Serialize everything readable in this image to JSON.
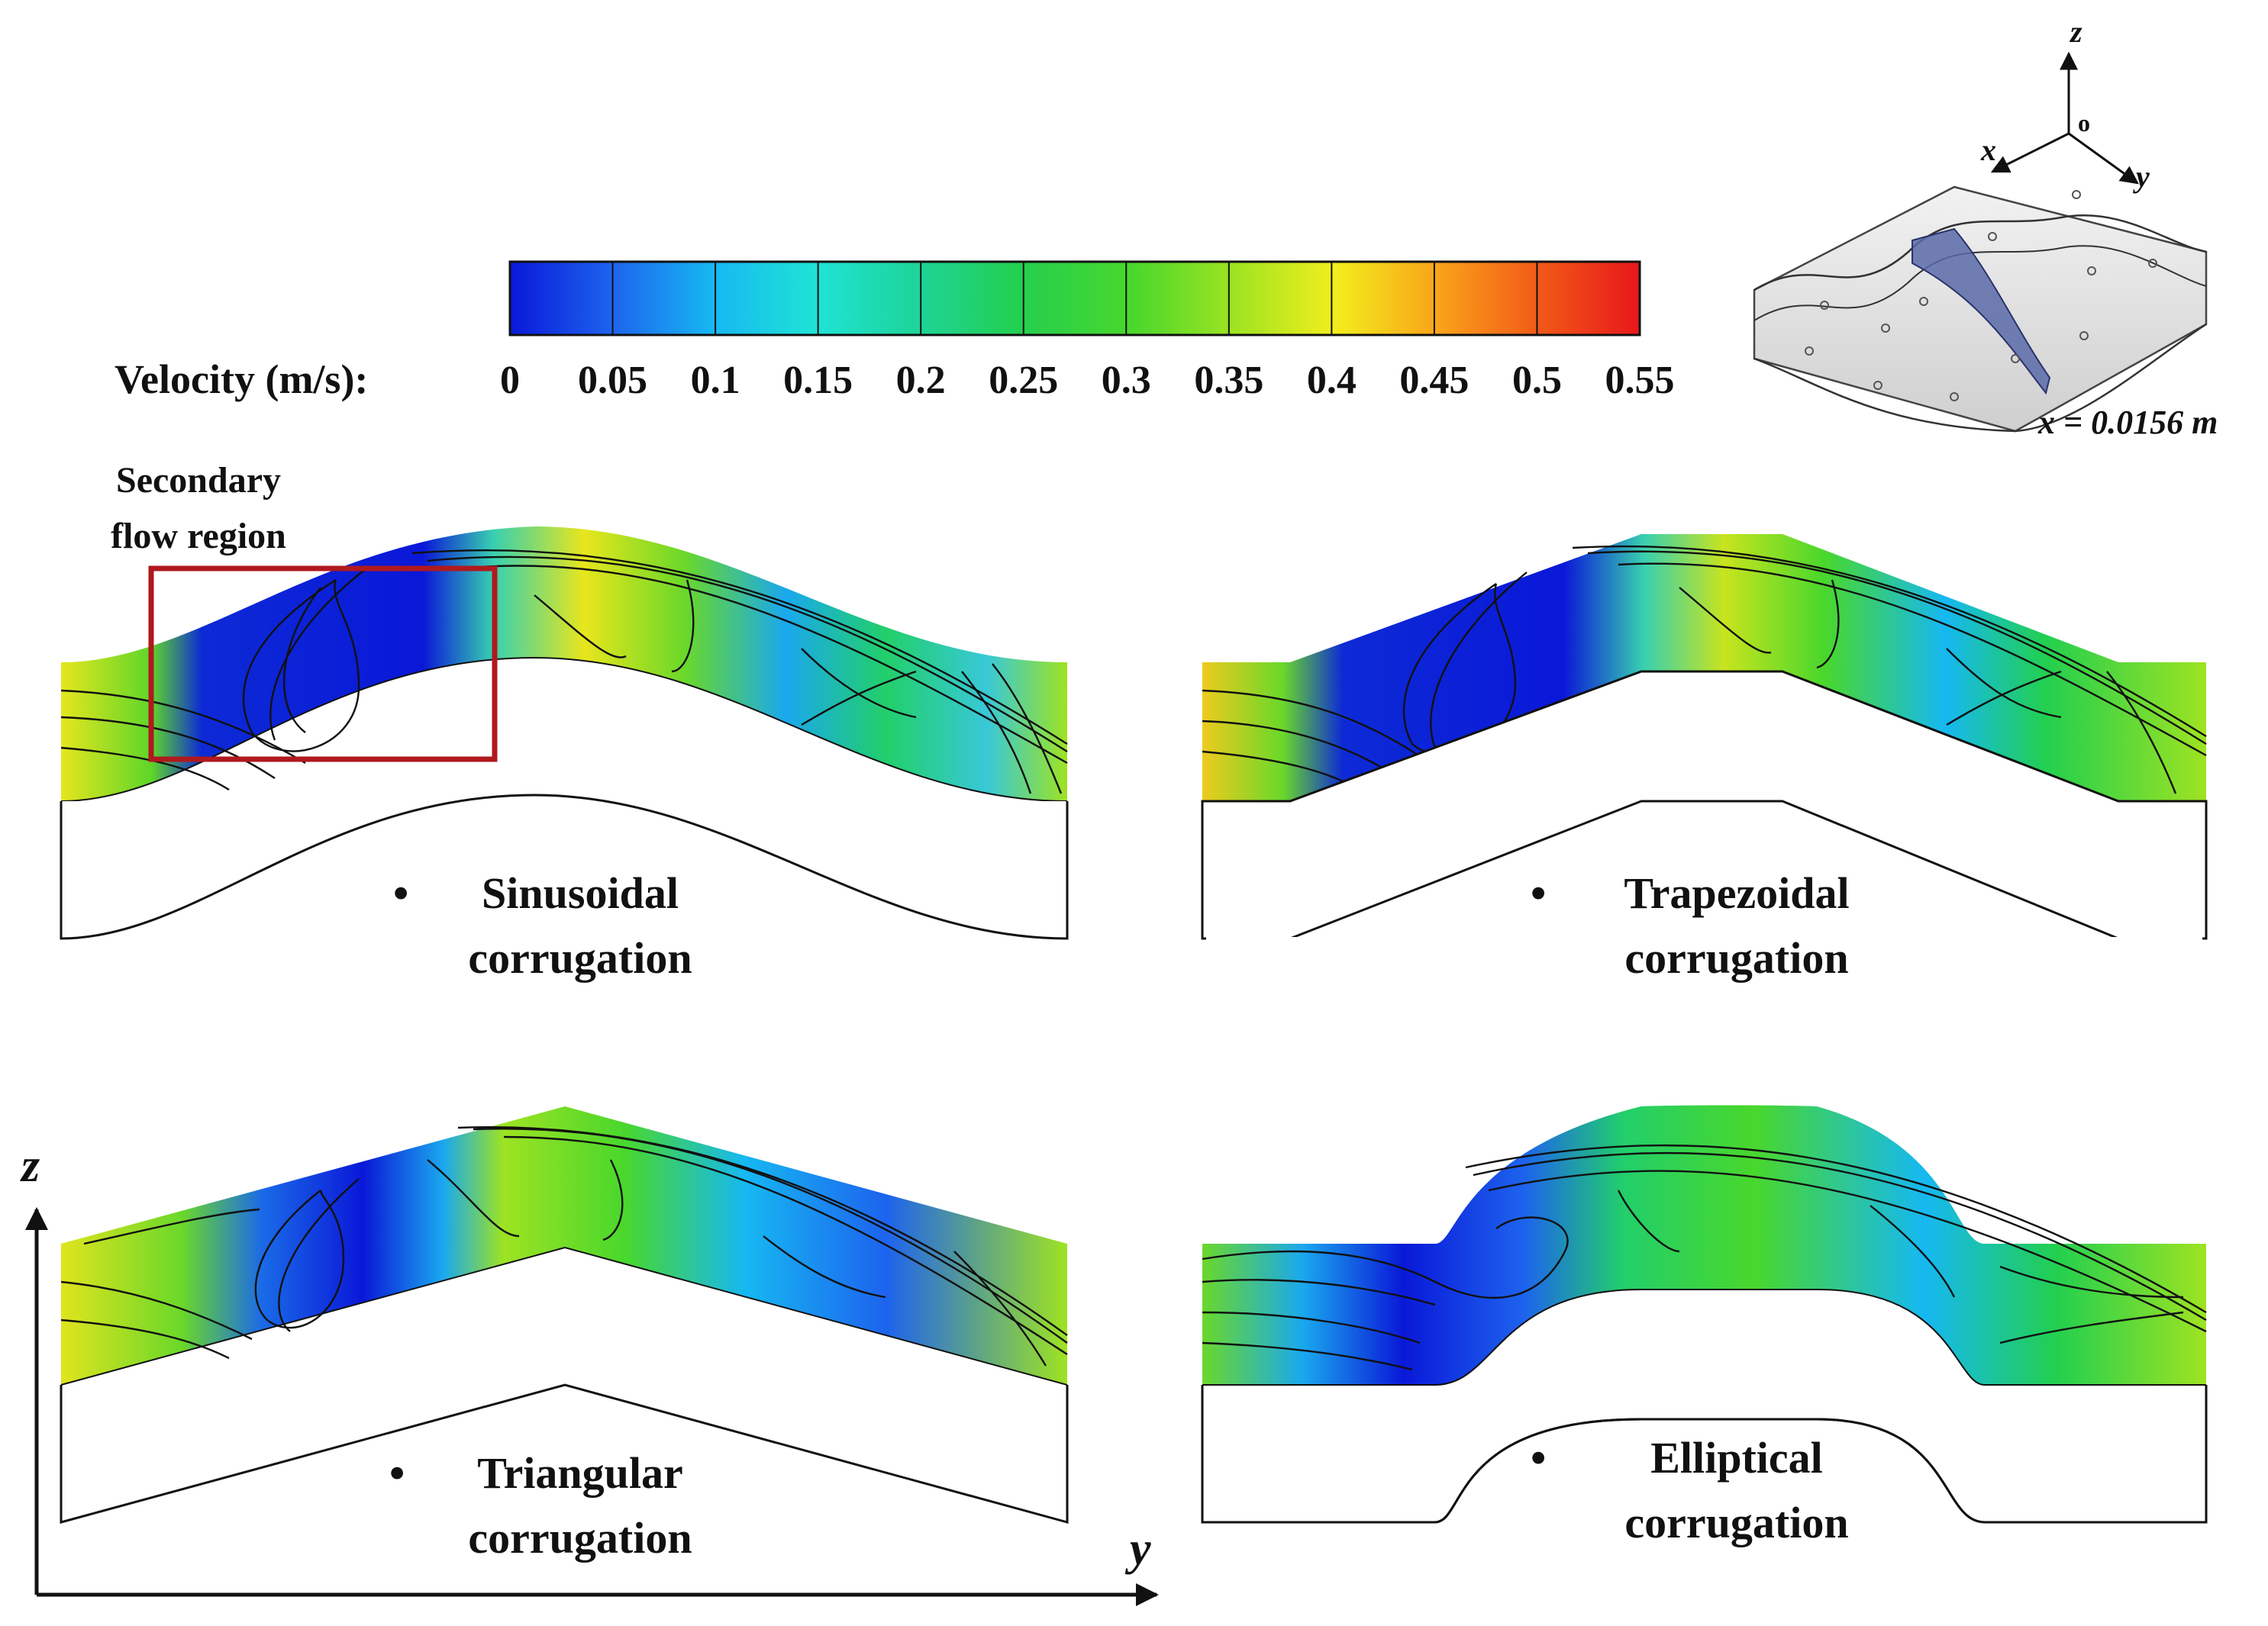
{
  "colorbar": {
    "label": "Velocity (m/s):",
    "ticks": [
      "0",
      "0.05",
      "0.1",
      "0.15",
      "0.2",
      "0.25",
      "0.3",
      "0.35",
      "0.4",
      "0.45",
      "0.5",
      "0.55"
    ],
    "colors": [
      "#0a18d8",
      "#1d63ee",
      "#16b8f2",
      "#1fe3d6",
      "#1ed49a",
      "#22cf4f",
      "#49d72c",
      "#9ee322",
      "#f2ee1c",
      "#f9a41a",
      "#f25a18",
      "#e8161a"
    ]
  },
  "inset": {
    "axes": {
      "z": "z",
      "x": "x",
      "y": "y",
      "origin": "o"
    },
    "plane_label": "x = 0.0156 m"
  },
  "annotation": {
    "line1": "Secondary",
    "line2": "flow region"
  },
  "panels": {
    "sinusoidal": {
      "bullet": "•",
      "line1": "Sinusoidal",
      "line2": "corrugation"
    },
    "trapezoidal": {
      "bullet": "•",
      "line1": "Trapezoidal",
      "line2": "corrugation"
    },
    "triangular": {
      "bullet": "•",
      "line1": "Triangular",
      "line2": "corrugation"
    },
    "elliptical": {
      "bullet": "•",
      "line1": "Elliptical",
      "line2": "corrugation"
    }
  },
  "axes": {
    "z": "z",
    "y": "y"
  },
  "colors": {
    "highlight_box": "#b0191e",
    "plane": "#5a6aa8"
  }
}
